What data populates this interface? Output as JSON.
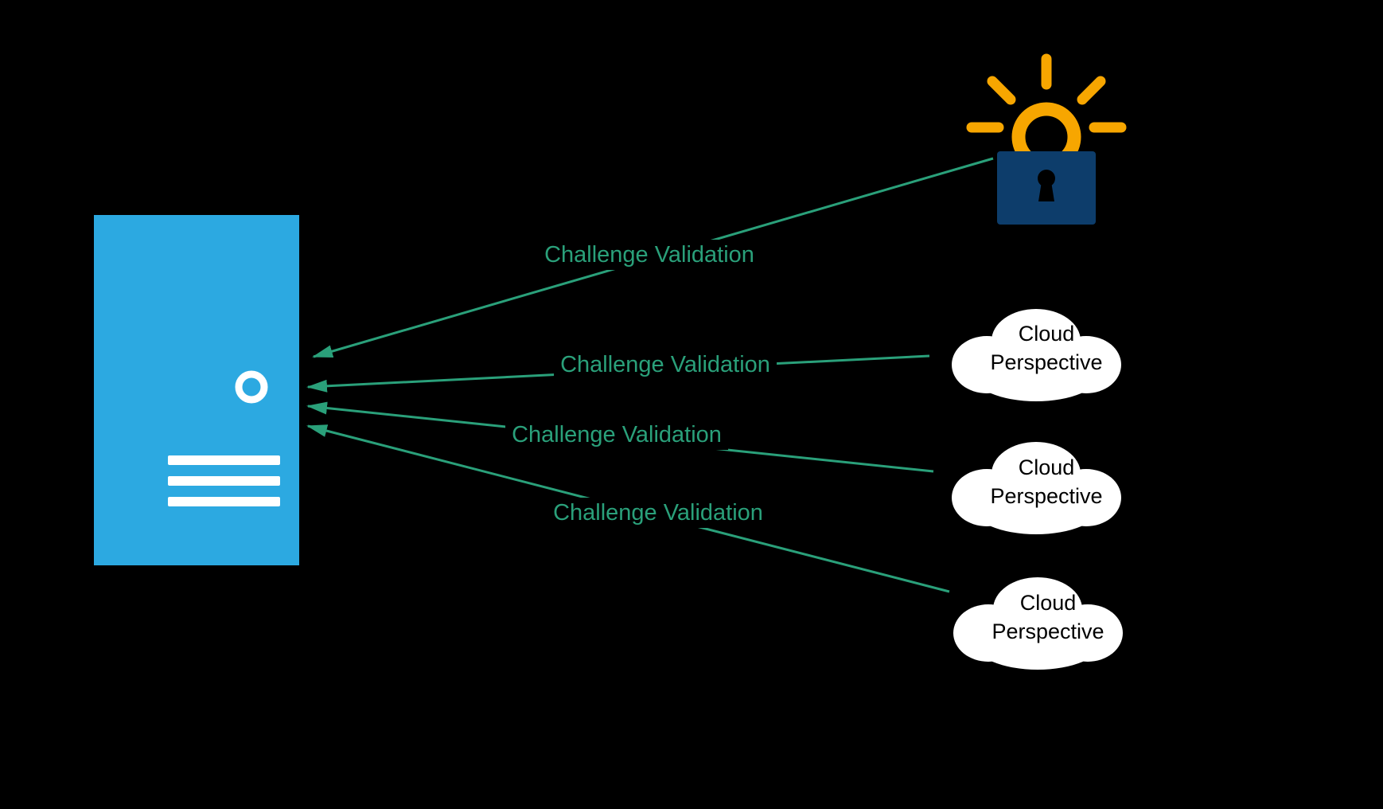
{
  "colors": {
    "background": "#000000",
    "server_blue": "#2CA9E1",
    "server_detail_white": "#FFFFFF",
    "lock_navy": "#0D3D6B",
    "glow_orange": "#F7A600",
    "keyhole_black": "#000000",
    "edge_green": "#2AA07A",
    "cloud_white": "#FFFFFF",
    "cloud_text_black": "#000000"
  },
  "edges": [
    {
      "label": "Challenge Validation"
    },
    {
      "label": "Challenge Validation"
    },
    {
      "label": "Challenge Validation"
    },
    {
      "label": "Challenge Validation"
    }
  ],
  "clouds": [
    {
      "label": "Cloud Perspective"
    },
    {
      "label": "Cloud Perspective"
    },
    {
      "label": "Cloud Perspective"
    }
  ]
}
